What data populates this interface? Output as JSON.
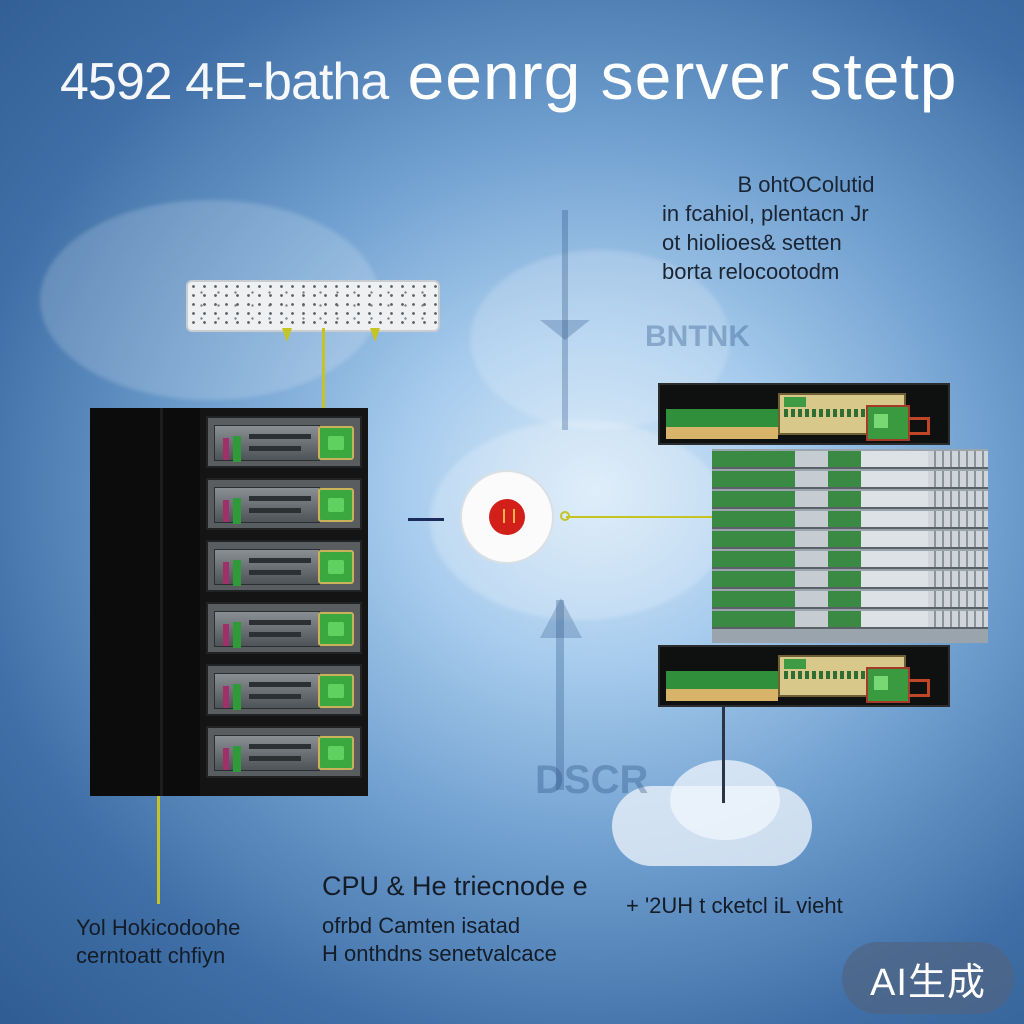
{
  "header": {
    "title_prefix": "4592 4E-batha",
    "title_main": "eenrg server stetp"
  },
  "background": {
    "ghost_label_upper": "BNTNK",
    "ghost_label_lower": "DSCR"
  },
  "caption_top_right": {
    "lines": [
      "B ohtOColutid",
      "in fcahiol, plentacn Jr",
      "ot hiolioes& setten",
      "borta relocootodm"
    ]
  },
  "caption_left": {
    "lines": [
      "Yol Hokicodoohe",
      "cerntoatt chfiyn"
    ]
  },
  "caption_middle": {
    "lines": [
      "CPU &  He triecnode e",
      "ofrbd Camten isatad",
      "H onthdns senetvalcace"
    ]
  },
  "caption_right": {
    "lines": [
      "+ '2UH t cketcl iL vieht"
    ]
  },
  "badge": {
    "label": "AI生成"
  },
  "colors": {
    "background_top": "#2f5d93",
    "background_center": "#d6e9f8",
    "connector_line": "#c6c423",
    "hub_dot": "#d21f1a",
    "server_green": "#3aa83f"
  },
  "icons": {
    "hub": "network-hub-icon",
    "switch": "network-switch-icon"
  }
}
